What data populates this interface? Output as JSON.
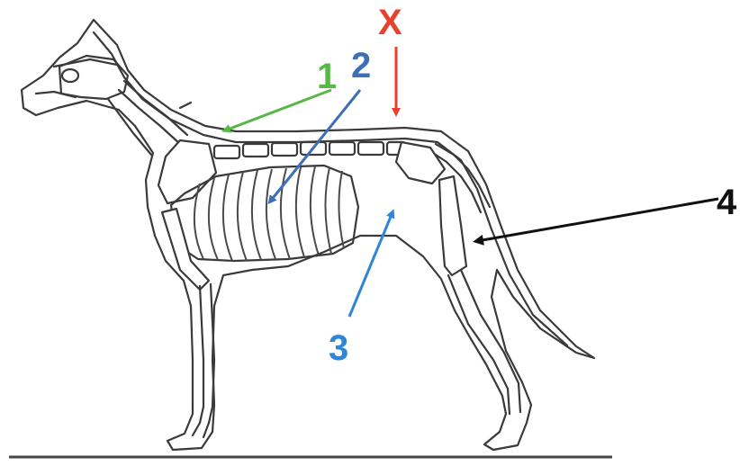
{
  "labels": {
    "x": "X",
    "one": "1",
    "two": "2",
    "three": "3",
    "four": "4"
  },
  "colors": {
    "x": "#e8412c",
    "one": "#57b847",
    "two": "#3d6fb5",
    "three": "#2e86d6",
    "four": "#111111",
    "outline": "#3a3a3a"
  },
  "icons": {
    "figure": "dog-skeleton-illustration"
  }
}
